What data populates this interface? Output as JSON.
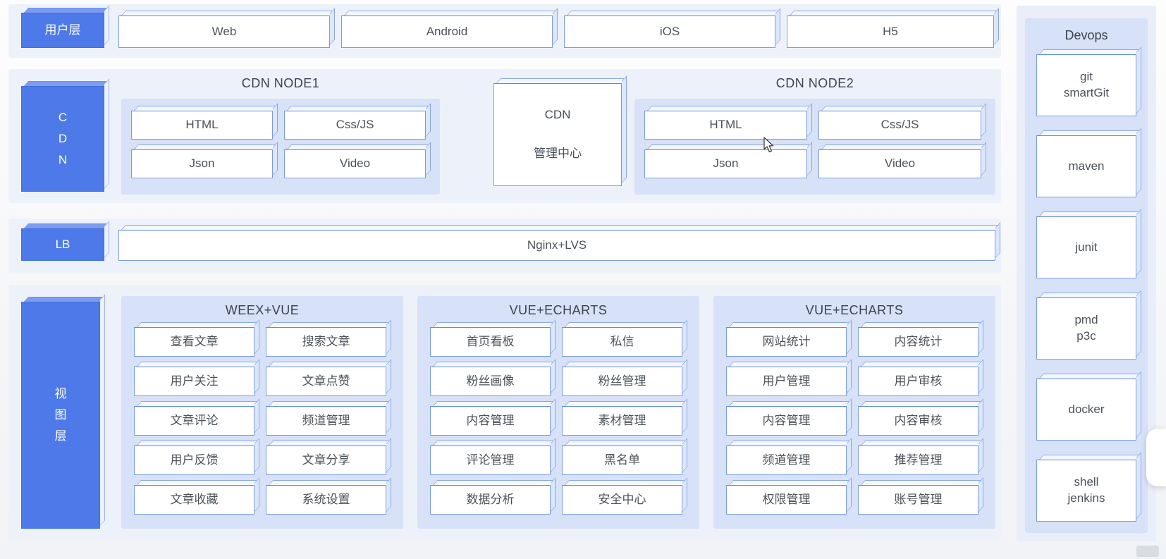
{
  "colors": {
    "accent_blue": "#4d7ae8",
    "panel_blue": "#d7e1f7",
    "section_bg": "#edf2fa",
    "box_border": "#7b9ce2",
    "text_gray": "#4b5259"
  },
  "layers": {
    "user": {
      "label": "用户层",
      "items": [
        "Web",
        "Android",
        "iOS",
        "H5"
      ]
    },
    "cdn": {
      "label": "C\nD\nN",
      "node1": {
        "title": "CDN NODE1",
        "items": [
          "HTML",
          "Css/JS",
          "Json",
          "Video"
        ]
      },
      "manager": {
        "line1": "CDN",
        "line2": "管理中心"
      },
      "node2": {
        "title": "CDN NODE2",
        "items": [
          "HTML",
          "Css/JS",
          "Json",
          "Video"
        ]
      }
    },
    "lb": {
      "label": "LB",
      "item": "Nginx+LVS"
    },
    "view": {
      "label": "视\n图\n层",
      "panels": [
        {
          "title": "WEEX+VUE",
          "items": [
            "查看文章",
            "搜索文章",
            "用户关注",
            "文章点赞",
            "文章评论",
            "频道管理",
            "用户反馈",
            "文章分享",
            "文章收藏",
            "系统设置"
          ]
        },
        {
          "title": "VUE+ECHARTS",
          "items": [
            "首页看板",
            "私信",
            "粉丝画像",
            "粉丝管理",
            "内容管理",
            "素材管理",
            "评论管理",
            "黑名单",
            "数据分析",
            "安全中心"
          ]
        },
        {
          "title": "VUE+ECHARTS",
          "items": [
            "网站统计",
            "内容统计",
            "用户管理",
            "用户审核",
            "内容管理",
            "内容审核",
            "频道管理",
            "推荐管理",
            "权限管理",
            "账号管理"
          ]
        }
      ]
    }
  },
  "devops": {
    "title": "Devops",
    "items": [
      "git\nsmartGit",
      "maven",
      "junit",
      "pmd\np3c",
      "docker",
      "shell\njenkins"
    ]
  }
}
